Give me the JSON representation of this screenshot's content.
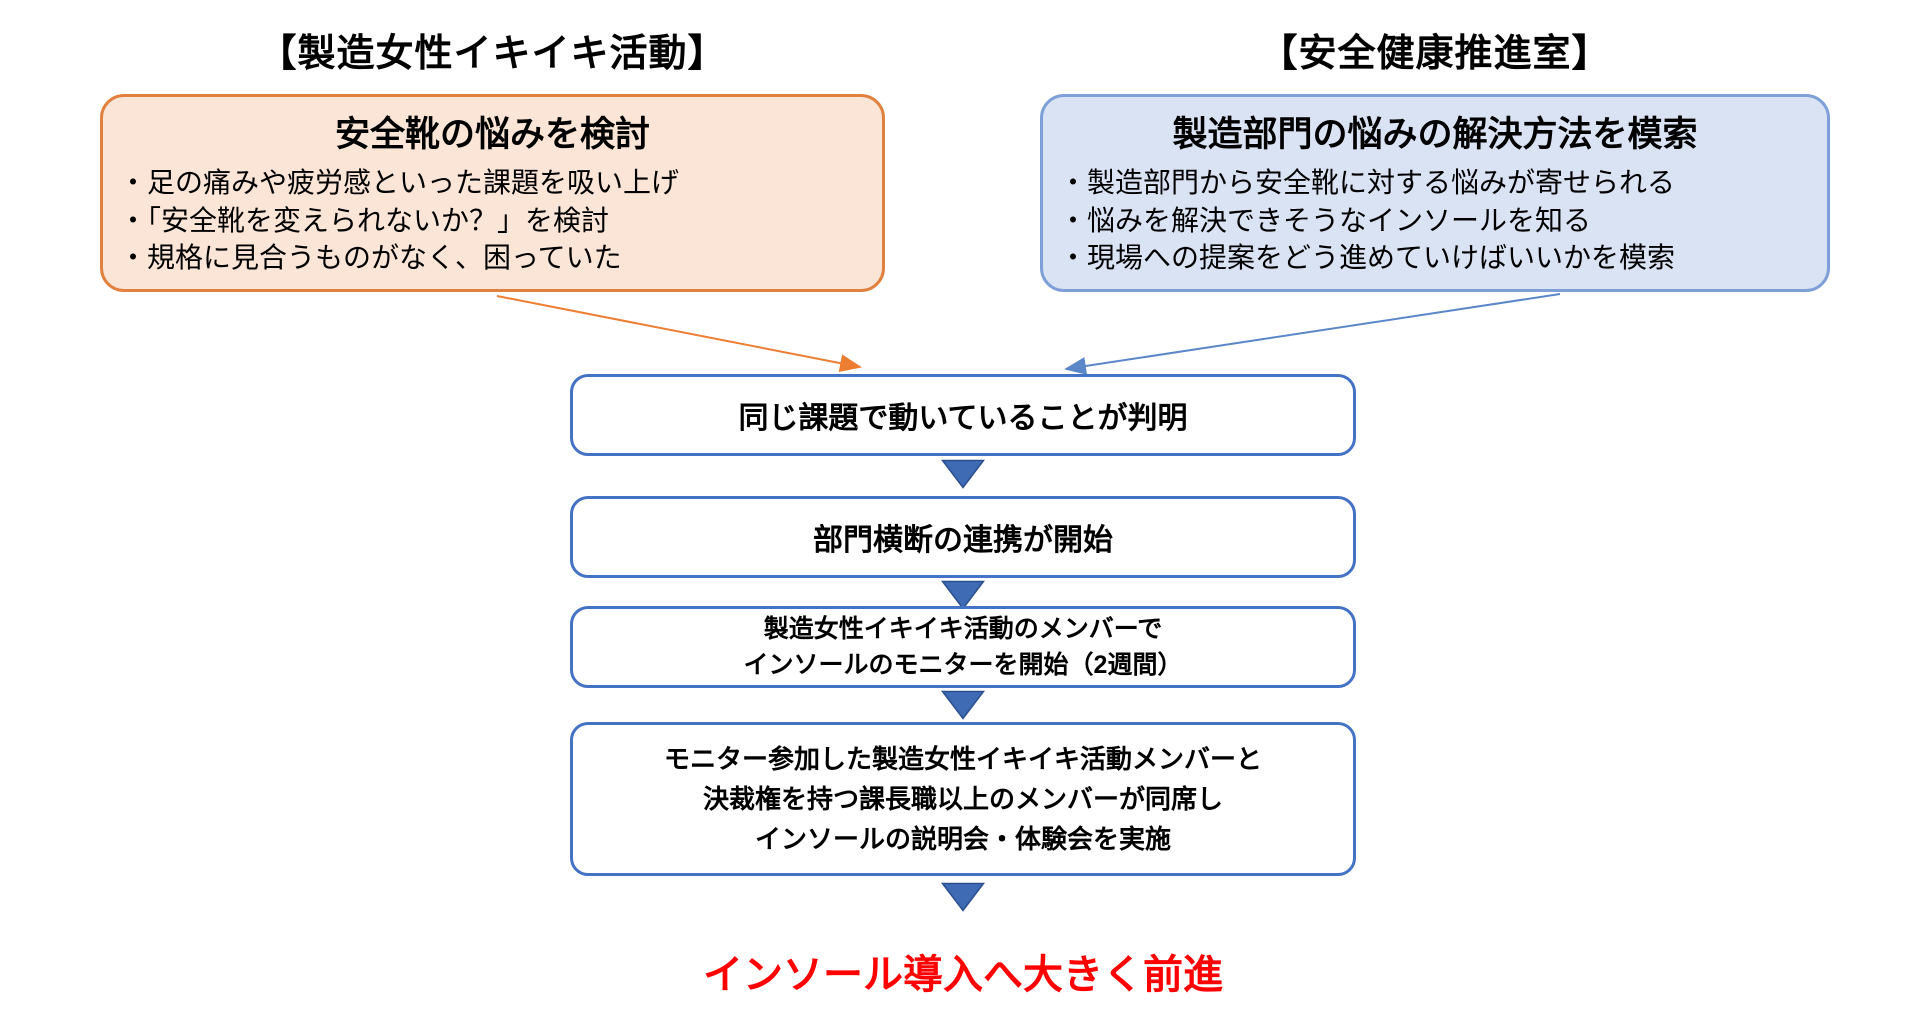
{
  "left_track": {
    "heading": "【製造女性イキイキ活動】",
    "box": {
      "title": "安全靴の悩みを検討",
      "bullets": [
        "・足の痛みや疲労感といった課題を吸い上げ",
        "・「安全靴を変えられないか？」を検討",
        "・規格に見合うものがなく、困っていた"
      ]
    },
    "colors": {
      "fill": "#FBE5D6",
      "border": "#E0813F",
      "arrow": "#ED7D31"
    }
  },
  "right_track": {
    "heading": "【安全健康推進室】",
    "box": {
      "title": "製造部門の悩みの解決方法を模索",
      "bullets": [
        "・製造部門から安全靴に対する悩みが寄せられる",
        "・悩みを解決できそうなインソールを知る",
        "・現場への提案をどう進めていけばいいかを模索"
      ]
    },
    "colors": {
      "fill": "#DAE3F3",
      "border": "#7F9FD8",
      "arrow": "#5B87C8"
    }
  },
  "flow_steps": [
    {
      "lines": [
        "同じ課題で動いていることが判明"
      ]
    },
    {
      "lines": [
        "部門横断の連携が開始"
      ]
    },
    {
      "lines": [
        "製造女性イキイキ活動のメンバーで",
        "インソールのモニターを開始（2週間）"
      ]
    },
    {
      "lines": [
        "モニター参加した製造女性イキイキ活動メンバーと",
        "決裁権を持つ課長職以上のメンバーが同席し",
        "インソールの説明会・体験会を実施"
      ]
    }
  ],
  "result": {
    "text": "インソール導入へ大きく前進",
    "color": "#FF0000"
  },
  "flow_colors": {
    "box_border": "#4472C4",
    "triangle_fill": "#3E6BB4",
    "triangle_stroke": "#2B4F8E"
  }
}
